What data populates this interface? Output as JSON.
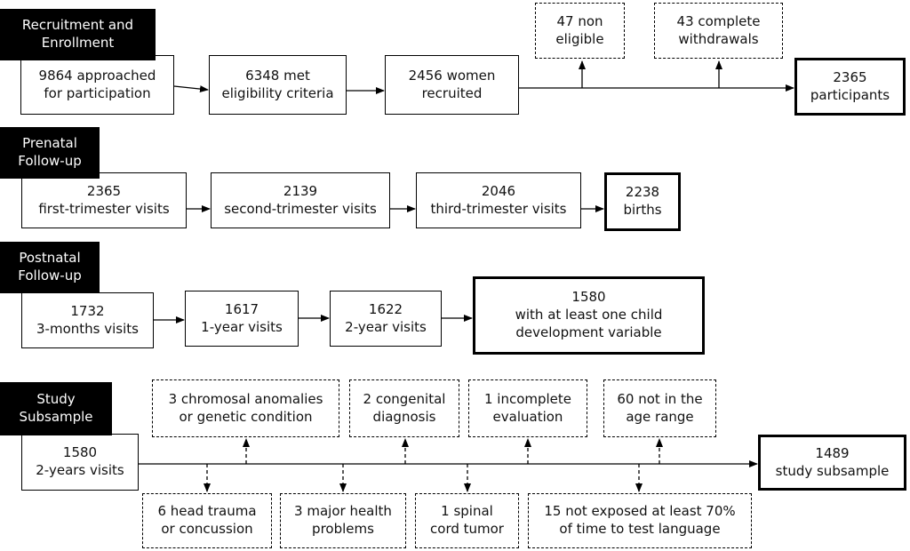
{
  "sections": {
    "recruitment": "Recruitment and\nEnrollment",
    "prenatal": "Prenatal\nFollow-up",
    "postnatal": "Postnatal\nFollow-up",
    "subsample": "Study\nSubsample"
  },
  "recruitment": {
    "approached": "9864 approached\nfor participation",
    "eligible": "6348 met\neligibility criteria",
    "recruited": "2456 women\nrecruited",
    "non_eligible": "47 non\neligible",
    "withdrawals": "43 complete\nwithdrawals",
    "participants": "2365\nparticipants"
  },
  "prenatal": {
    "first": "2365\nfirst-trimester visits",
    "second": "2139\nsecond-trimester visits",
    "third": "2046\nthird-trimester visits",
    "births": "2238\nbirths"
  },
  "postnatal": {
    "three_months": "1732\n3-months visits",
    "one_year": "1617\n1-year visits",
    "two_year": "1622\n2-year visits",
    "child_dev": "1580\nwith at least one child\ndevelopment variable"
  },
  "subsample": {
    "start": "1580\n2-years visits",
    "chromosomal": "3 chromosal anomalies\nor genetic condition",
    "congenital": "2 congenital\ndiagnosis",
    "incomplete": "1 incomplete\nevaluation",
    "age_range": "60 not in the\nage range",
    "head_trauma": "6 head trauma\nor concussion",
    "health_problems": "3 major health\nproblems",
    "spinal": "1 spinal\ncord tumor",
    "not_exposed": "15 not exposed at least 70%\nof time to test language",
    "final": "1489\nstudy subsample"
  }
}
